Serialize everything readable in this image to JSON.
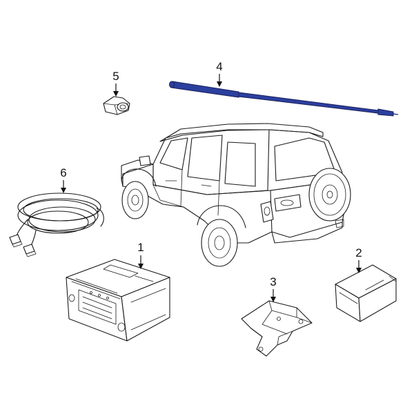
{
  "colors": {
    "highlight_part": "#2b3f9e",
    "line": "#1a1a1a",
    "background": "#ffffff"
  },
  "callouts": [
    {
      "id": "1",
      "label": "1"
    },
    {
      "id": "2",
      "label": "2"
    },
    {
      "id": "3",
      "label": "3"
    },
    {
      "id": "4",
      "label": "4"
    },
    {
      "id": "5",
      "label": "5"
    },
    {
      "id": "6",
      "label": "6"
    }
  ]
}
